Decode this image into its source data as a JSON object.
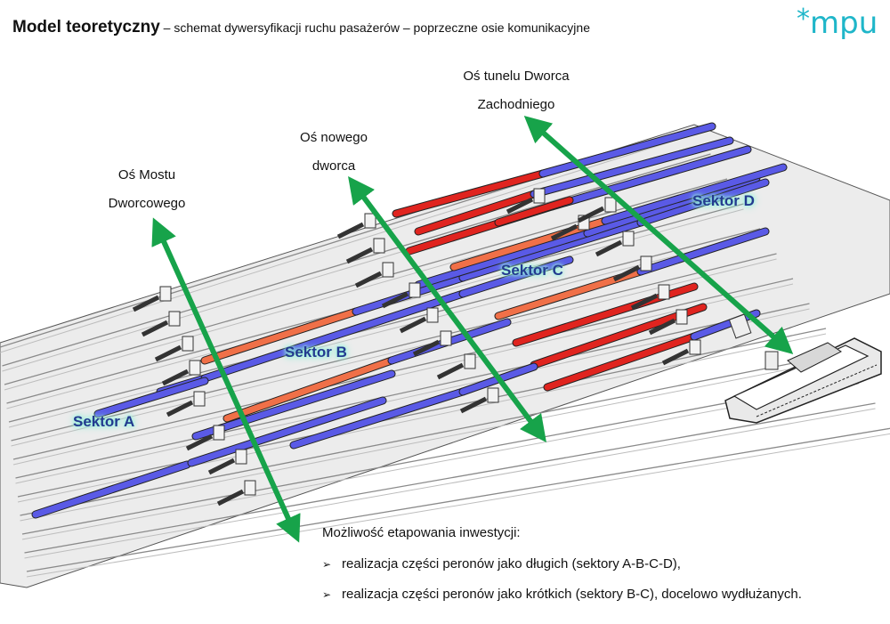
{
  "header": {
    "title_bold": "Model teoretyczny",
    "title_rest": " – schemat dywersyfikacji ruchu pasażerów – poprzeczne osie komunikacyjne",
    "logo_text": "mpu",
    "logo_star": "*"
  },
  "axes": [
    {
      "line1": "Oś Mostu",
      "line2": "Dworcowego"
    },
    {
      "line1": "Oś nowego",
      "line2": "dworca"
    },
    {
      "line1": "Oś tunelu Dworca",
      "line2": "Zachodniego"
    }
  ],
  "sectors": [
    "Sektor A",
    "Sektor B",
    "Sektor C",
    "Sektor D"
  ],
  "notes": {
    "heading": "Możliwość etapowania inwestycji:",
    "items": [
      "realizacja części peronów jako długich (sektory A-B-C-D),",
      "realizacja części peronów jako krótkich (sektory B-C), docelowo wydłużanych."
    ],
    "bullet_symbol": "➢"
  },
  "colors": {
    "accent_arrow": "#17a34a",
    "logo": "#1fb6c9",
    "platform_blue": "#5a5ae6",
    "platform_red": "#e0241f",
    "platform_orange": "#f07048",
    "track": "#8a8a8a"
  }
}
